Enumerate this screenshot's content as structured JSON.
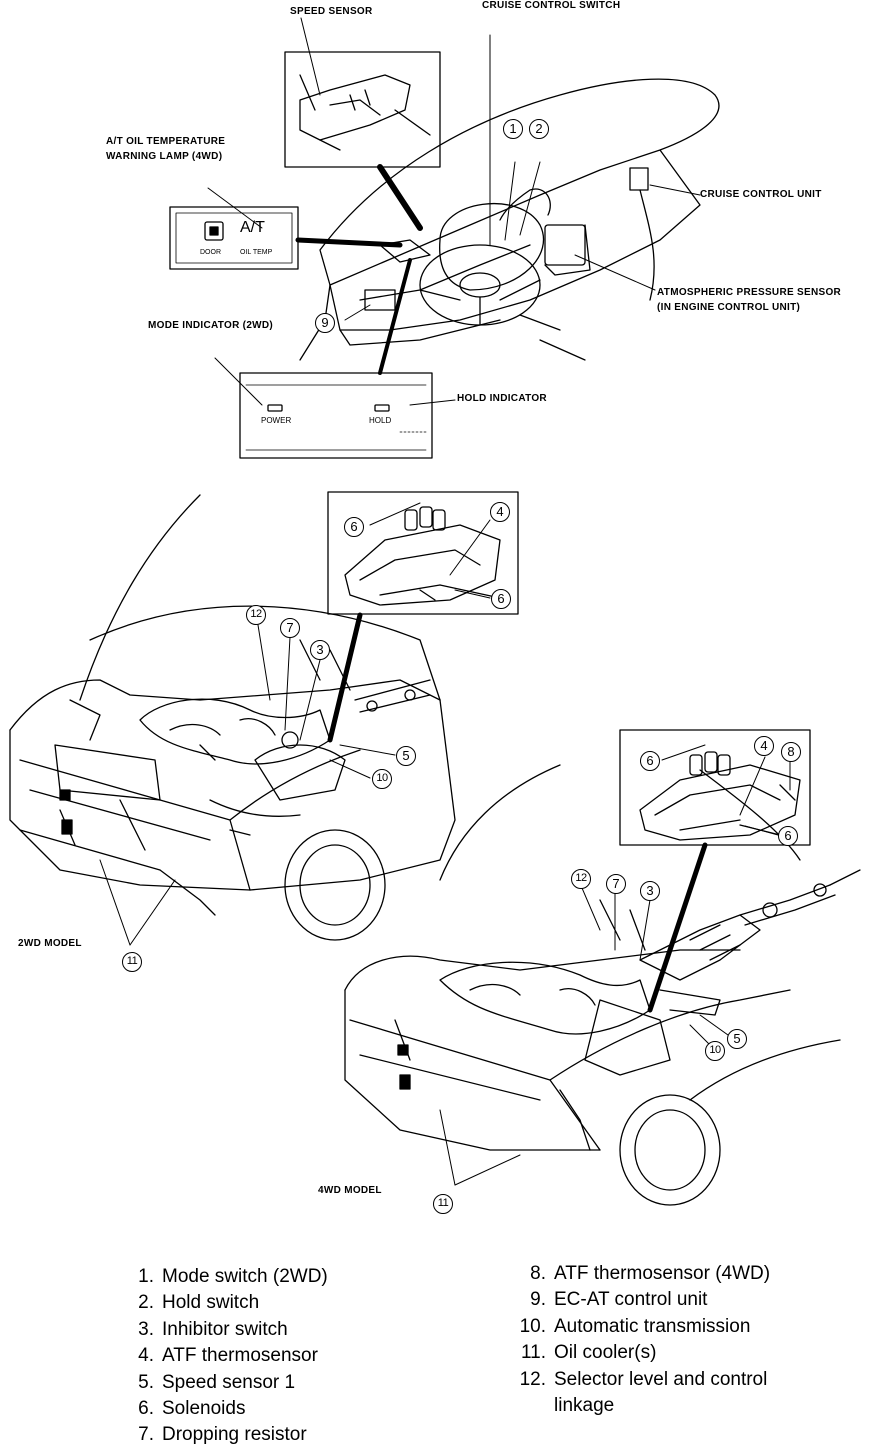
{
  "top_labels": {
    "speed_sensor": "SPEED SENSOR",
    "cruise_control_switch": "CRUISE CONTROL SWITCH",
    "at_oil_temp_line1": "A/T OIL TEMPERATURE",
    "at_oil_temp_line2": "WARNING LAMP (4WD)",
    "cruise_control_unit": "CRUISE CONTROL UNIT",
    "atm_pressure_line1": "ATMOSPHERIC PRESSURE SENSOR",
    "atm_pressure_line2": "(IN ENGINE CONTROL UNIT)",
    "mode_indicator": "MODE INDICATOR (2WD)",
    "hold_indicator": "HOLD INDICATOR"
  },
  "warning_panel": {
    "at_text": "A/T",
    "door": "DOOR",
    "oil_temp": "OIL TEMP"
  },
  "indicator_panel": {
    "power": "POWER",
    "hold": "HOLD"
  },
  "model_labels": {
    "model_2wd": "2WD MODEL",
    "model_4wd": "4WD MODEL"
  },
  "callouts": {
    "top_1": "1",
    "top_2": "2",
    "top_9": "9",
    "m2_6a": "6",
    "m2_4": "4",
    "m2_6b": "6",
    "m2_12": "12",
    "m2_7": "7",
    "m2_3": "3",
    "m2_5": "5",
    "m2_10": "10",
    "m2_11": "11",
    "m4_6a": "6",
    "m4_4": "4",
    "m4_8": "8",
    "m4_6b": "6",
    "m4_12": "12",
    "m4_7": "7",
    "m4_3": "3",
    "m4_10": "10",
    "m4_5": "5",
    "m4_11": "11"
  },
  "legend": {
    "left": [
      {
        "num": "1.",
        "text": "Mode switch (2WD)"
      },
      {
        "num": "2.",
        "text": "Hold switch"
      },
      {
        "num": "3.",
        "text": "Inhibitor switch"
      },
      {
        "num": "4.",
        "text": "ATF thermosensor"
      },
      {
        "num": "5.",
        "text": "Speed sensor 1"
      },
      {
        "num": "6.",
        "text": "Solenoids"
      },
      {
        "num": "7.",
        "text": "Dropping resistor"
      }
    ],
    "right": [
      {
        "num": "8.",
        "text": "ATF thermosensor (4WD)"
      },
      {
        "num": "9.",
        "text": "EC-AT control unit"
      },
      {
        "num": "10.",
        "text": "Automatic transmission"
      },
      {
        "num": "11.",
        "text": "Oil cooler(s)"
      },
      {
        "num": "12.",
        "text": "Selector level and control"
      }
    ],
    "right_continuation": "linkage"
  }
}
